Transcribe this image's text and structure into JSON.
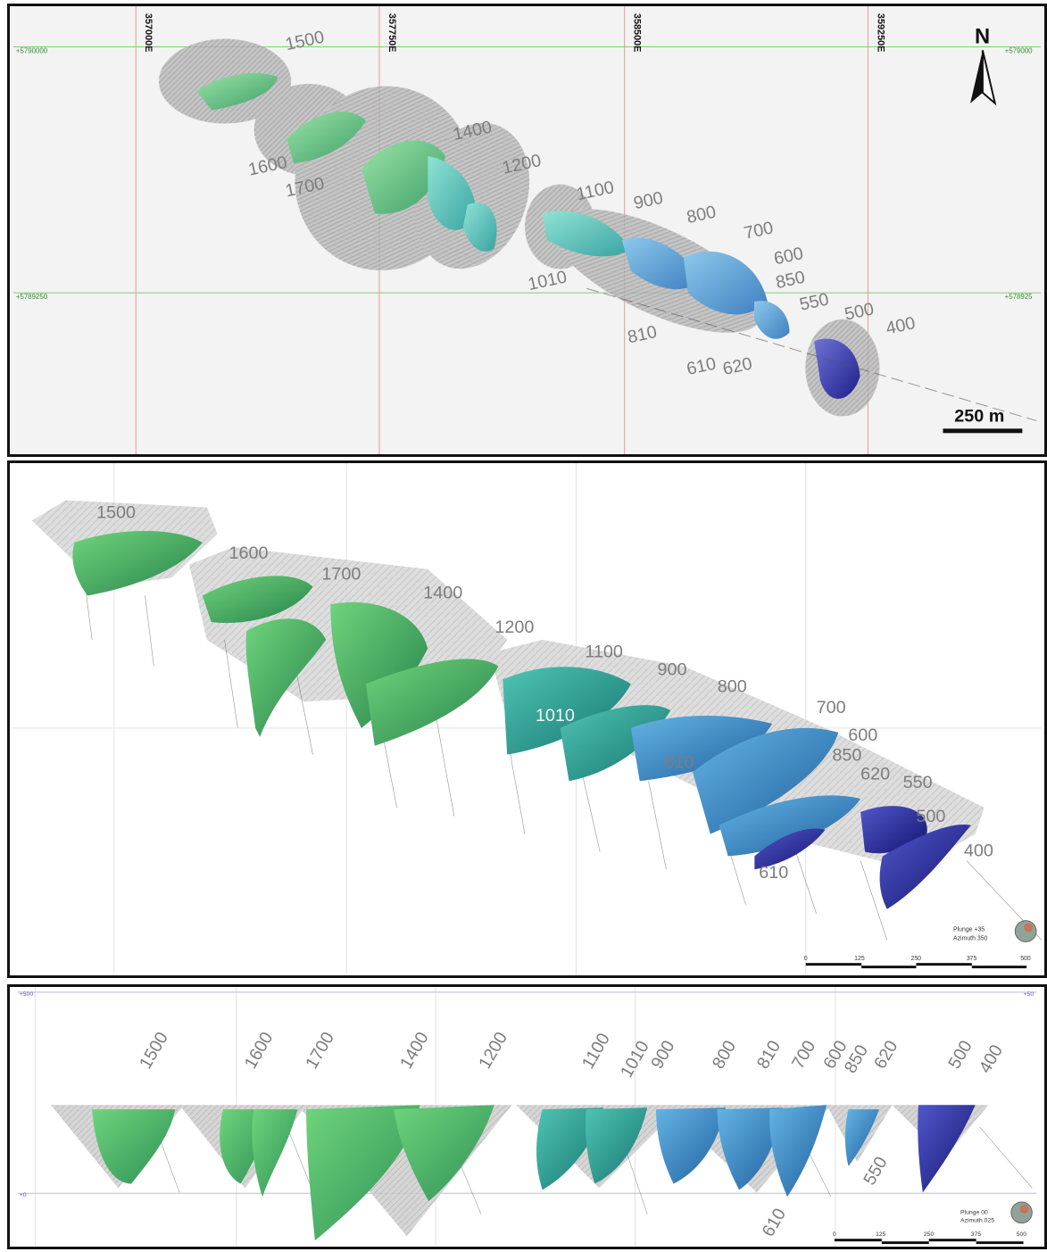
{
  "plan_view": {
    "eastings": [
      "357000E",
      "357750E",
      "358500E",
      "359250E"
    ],
    "northings": [
      "+5790000",
      "+5789250"
    ],
    "northing_right": [
      "+579000",
      "+578925"
    ],
    "north_label": "N",
    "scale_label": "250 m",
    "labels": [
      "1500",
      "1400",
      "1200",
      "1600",
      "1700",
      "1100",
      "900",
      "800",
      "700",
      "1010",
      "600",
      "850",
      "550",
      "500",
      "400",
      "810",
      "610",
      "620"
    ]
  },
  "oblique_view": {
    "labels": [
      "1500",
      "1600",
      "1700",
      "1400",
      "1200",
      "1100",
      "900",
      "800",
      "1010",
      "700",
      "600",
      "810",
      "850",
      "620",
      "550",
      "500",
      "400",
      "610"
    ],
    "plunge": "Plunge +35",
    "azimuth": "Azimuth 350",
    "scale_ticks": [
      "0",
      "125",
      "250",
      "375",
      "500"
    ]
  },
  "section_view": {
    "labels": [
      "1500",
      "1600",
      "1700",
      "1400",
      "1200",
      "1100",
      "1010",
      "900",
      "800",
      "810",
      "700",
      "600",
      "850",
      "620",
      "500",
      "400",
      "550",
      "610"
    ],
    "elevations": [
      "+500",
      "+0"
    ],
    "elevation_right": "+50",
    "plunge": "Plunge 00",
    "azimuth": "Azimuth 025",
    "scale_ticks": [
      "0",
      "125",
      "250",
      "375",
      "500"
    ]
  }
}
